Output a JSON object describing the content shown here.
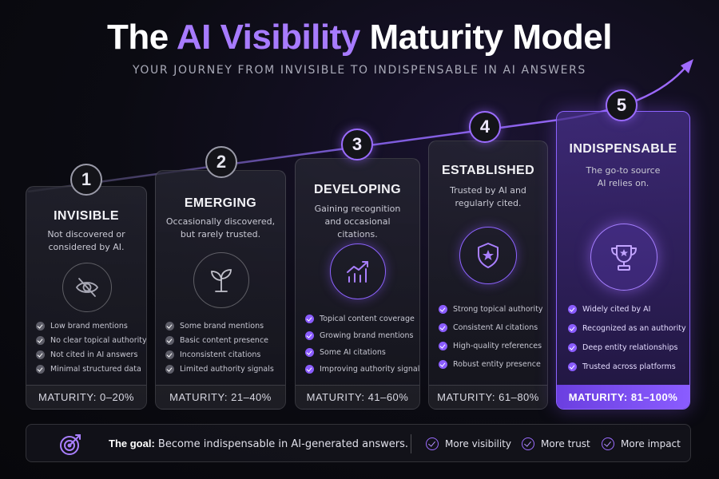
{
  "header": {
    "title_pre": "The ",
    "title_accent": "AI Visibility",
    "title_post": " Maturity Model",
    "subtitle": "YOUR JOURNEY FROM INVISIBLE TO INDISPENSABLE IN AI ANSWERS"
  },
  "stages": [
    {
      "number": "1",
      "name": "INVISIBLE",
      "desc_line1": "Not discovered or",
      "desc_line2": "considered by AI.",
      "icon": "eye-slash-icon",
      "features": [
        "Low brand mentions",
        "No clear topical authority",
        "Not cited in AI answers",
        "Minimal structured data"
      ],
      "maturity": "MATURITY: 0–20%"
    },
    {
      "number": "2",
      "name": "EMERGING",
      "desc_line1": "Occasionally discovered,",
      "desc_line2": "but rarely trusted.",
      "icon": "sprout-icon",
      "features": [
        "Some brand mentions",
        "Basic content presence",
        "Inconsistent citations",
        "Limited authority signals"
      ],
      "maturity": "MATURITY: 21–40%"
    },
    {
      "number": "3",
      "name": "DEVELOPING",
      "desc_line1": "Gaining recognition",
      "desc_line2": "and occasional citations.",
      "icon": "growth-chart-icon",
      "features": [
        "Topical content coverage",
        "Growing brand mentions",
        "Some AI citations",
        "Improving authority signals"
      ],
      "maturity": "MATURITY: 41–60%"
    },
    {
      "number": "4",
      "name": "ESTABLISHED",
      "desc_line1": "Trusted by AI and",
      "desc_line2": "regularly cited.",
      "icon": "shield-star-icon",
      "features": [
        "Strong topical authority",
        "Consistent AI citations",
        "High-quality references",
        "Robust entity presence"
      ],
      "maturity": "MATURITY: 61–80%"
    },
    {
      "number": "5",
      "name": "INDISPENSABLE",
      "desc_line1": "The go-to source",
      "desc_line2": "AI relies on.",
      "icon": "trophy-icon",
      "features": [
        "Widely cited by AI",
        "Recognized as an authority",
        "Deep entity relationships",
        "Trusted across platforms"
      ],
      "maturity": "MATURITY: 81–100%"
    }
  ],
  "goal": {
    "label": "The goal:",
    "text": " Become indispensable in AI-generated answers.",
    "icon": "target-icon",
    "items": [
      "More visibility",
      "More trust",
      "More impact"
    ]
  },
  "colors": {
    "accent": "#a77bff",
    "highlight": "#8a5cff",
    "background": "#0b0b12"
  }
}
